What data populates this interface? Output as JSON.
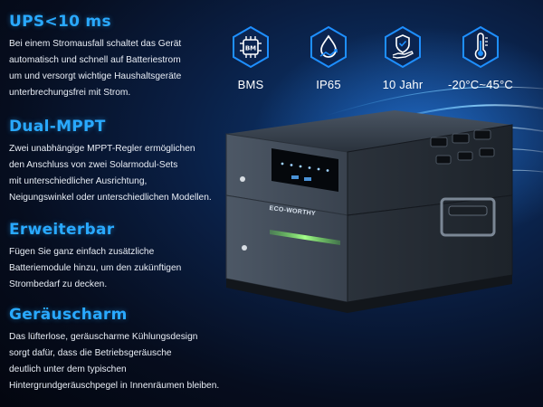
{
  "sections": {
    "ups": {
      "title": "UPS<10 ms",
      "body": "Bei einem Stromausfall schaltet das Gerät\nautomatisch und schnell auf Batteriestrom\num und versorgt wichtige Haushaltsgeräte\nunterbrechungsfrei mit Strom."
    },
    "mppt": {
      "title": "Dual-MPPT",
      "body": "Zwei unabhängige MPPT-Regler ermöglichen\nden Anschluss von zwei Solarmodul-Sets\nmit unterschiedlicher Ausrichtung,\nNeigungswinkel oder unterschiedlichen Modellen."
    },
    "expandable": {
      "title": "Erweiterbar",
      "body": "Fügen Sie ganz einfach zusätzliche\nBatteriemodule hinzu, um den zukünftigen\nStrombedarf zu decken."
    },
    "quiet": {
      "title": "Geräuscharm",
      "body": "Das lüfterlose, geräuscharme Kühlungsdesign\nsorgt dafür, dass die Betriebsgeräusche\ndeutlich unter dem typischen\nHintergrundgeräuschpegel in Innenräumen bleiben."
    }
  },
  "features": [
    {
      "label": "BMS",
      "icon": "chip-icon"
    },
    {
      "label": "IP65",
      "icon": "water-drop-icon"
    },
    {
      "label": "10 Jahr",
      "icon": "shield-hand-icon"
    },
    {
      "label": "-20°C~45°C",
      "icon": "thermometer-icon"
    }
  ],
  "device": {
    "brand": "ECO-WORTHY"
  },
  "colors": {
    "accent": "#29a9ff",
    "background": "#0a1f44",
    "icon_blue": "#1e8fff",
    "led_green": "#7dff6a"
  }
}
